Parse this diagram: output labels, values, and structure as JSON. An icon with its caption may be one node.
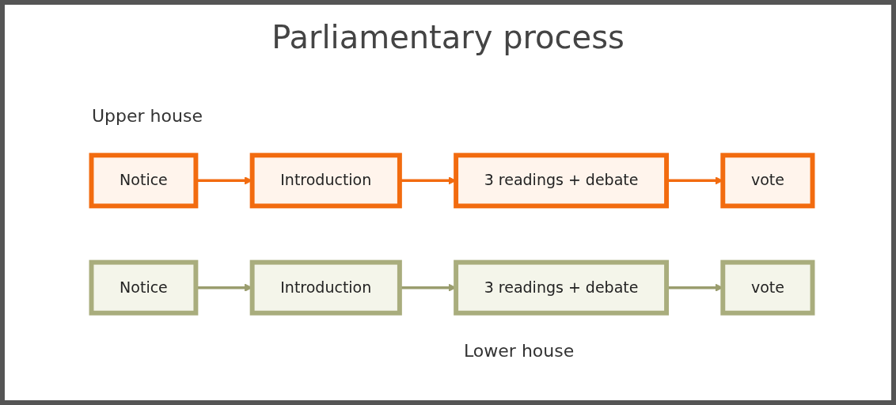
{
  "diagram": {
    "title": "Parliamentary process",
    "nodes": [
      {
        "text": [
          "Notice"
        ]
      },
      {
        "text": [
          "Introduction"
        ]
      },
      {
        "text": [
          "3 readings + debate"
        ]
      },
      {
        "text": [
          "vote"
        ]
      },
      {
        "text": [
          "Notice"
        ]
      },
      {
        "text": [
          "Introduction"
        ]
      },
      {
        "text": [
          "3 readings + debate"
        ]
      },
      {
        "text": [
          "vote"
        ]
      }
    ],
    "edges": [
      {
        "from": 0,
        "to": 1,
        "arrow": "to",
        "color": "#f26b0f"
      },
      {
        "from": 1,
        "to": 2,
        "arrow": "to",
        "color": "#f26b0f"
      },
      {
        "from": 2,
        "to": 3,
        "arrow": "to",
        "color": "#f26b0f"
      },
      {
        "from": 4,
        "to": 5,
        "arrow": "to",
        "color": "#9a9d6e"
      },
      {
        "from": 5,
        "to": 6,
        "arrow": "to",
        "color": "#9a9d6e"
      },
      {
        "from": 6,
        "to": 7,
        "arrow": "to",
        "color": "#9a9d6e"
      }
    ],
    "labels": [
      "Upper house",
      "Lower house"
    ]
  }
}
